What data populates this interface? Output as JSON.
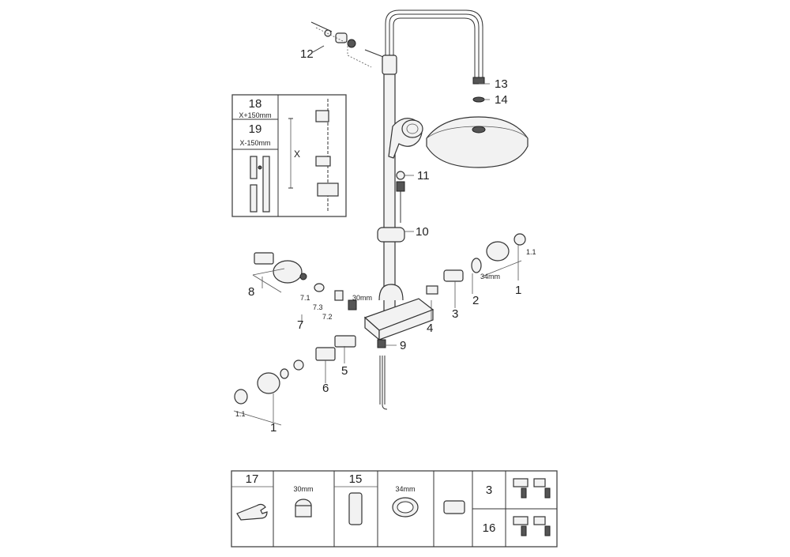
{
  "labels": {
    "l1": "1",
    "l1b": "1",
    "l11a": "1.1",
    "l11b": "1.1",
    "l2": "2",
    "l3": "3",
    "l4": "4",
    "l5": "5",
    "l6": "6",
    "l7": "7",
    "l71": "7.1",
    "l72": "7.2",
    "l73": "7.3",
    "l8": "8",
    "l9": "9",
    "l10": "10",
    "l11": "11",
    "l12": "12",
    "l13": "13",
    "l14": "14",
    "d34": "34mm",
    "d30": "30mm"
  },
  "inset": {
    "n18": "18",
    "t18": "X+150mm",
    "n19": "19",
    "t19": "X-150mm",
    "x": "X"
  },
  "table": {
    "c17": "17",
    "c30": "30mm",
    "c15": "15",
    "c34": "34mm",
    "c3": "3",
    "c16": "16"
  }
}
